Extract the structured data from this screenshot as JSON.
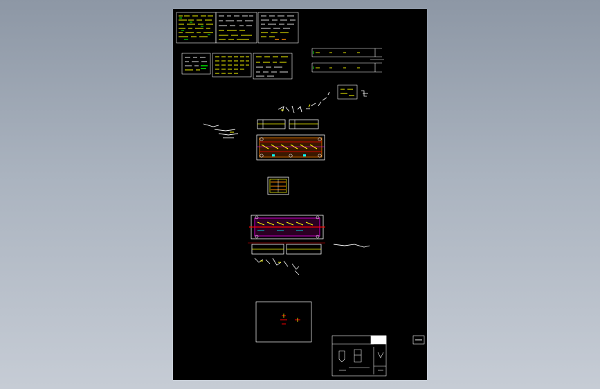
{
  "viewer": {
    "background_top": "#8d97a5",
    "background_bottom": "#c6ccd5",
    "sheet_color": "#000000"
  },
  "drawing": {
    "stamp_text": "",
    "colors": {
      "frame": "#ffffff",
      "notes_primary": "#ffff00",
      "notes_secondary": "#ffffff",
      "notes_accent": "#00ff00",
      "dimension": "#ff0000",
      "centerline": "#ff00ff",
      "hidden": "#00ffff",
      "hatch": "#ff8800"
    },
    "note_tables": {
      "count": 6,
      "names": [
        "technical-notes-1",
        "technical-notes-2",
        "technical-notes-3",
        "part-list-1",
        "part-list-2",
        "part-list-3"
      ]
    },
    "views": {
      "names": [
        "bar-layout-view",
        "top-assembly-view",
        "section-detail-view",
        "plan-view",
        "side-elevation-view",
        "side-view",
        "title-frame-view",
        "title-block"
      ]
    }
  }
}
